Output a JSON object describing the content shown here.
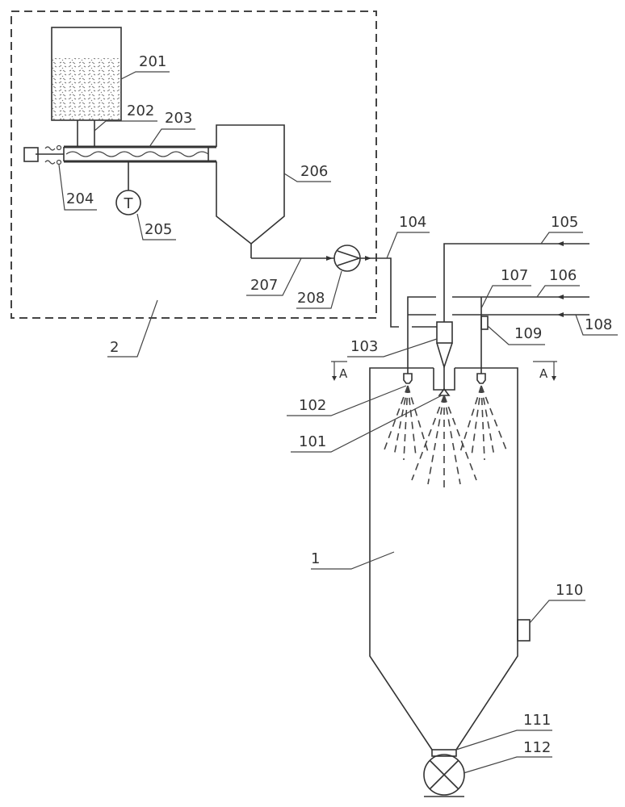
{
  "figure": {
    "title": "Spray drying system schematic",
    "labels": {
      "l1": "1",
      "l2": "2",
      "l101": "101",
      "l102": "102",
      "l103": "103",
      "l104": "104",
      "l105": "105",
      "l106": "106",
      "l107": "107",
      "l108": "108",
      "l109": "109",
      "l110": "110",
      "l111": "111",
      "l112": "112",
      "l201": "201",
      "l202": "202",
      "l203": "203",
      "l204": "204",
      "l205": "205",
      "l206": "206",
      "l207": "207",
      "l208": "208"
    },
    "section_mark": "A",
    "thermometer_symbol": "T"
  }
}
